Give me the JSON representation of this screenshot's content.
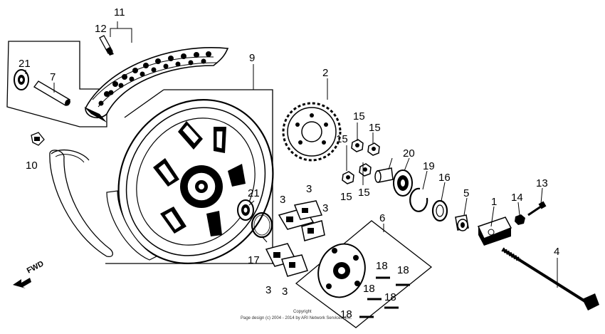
{
  "labels": {
    "l1": "1",
    "l2": "2",
    "l3a": "3",
    "l3b": "3",
    "l3c": "3",
    "l3d": "3",
    "l3e": "3",
    "l4": "4",
    "l5": "5",
    "l6": "6",
    "l7": "7",
    "l9": "9",
    "l10": "10",
    "l11": "11",
    "l12": "12",
    "l13": "13",
    "l14": "14",
    "l15a": "15",
    "l15b": "15",
    "l15c": "15",
    "l15d": "15",
    "l15e": "15",
    "l16": "16",
    "l17": "17",
    "l18a": "18",
    "l18b": "18",
    "l18c": "18",
    "l18d": "18",
    "l18e": "18",
    "l19": "19",
    "l20": "20",
    "l21a": "21",
    "l21b": "21"
  },
  "direction_label": "FWD",
  "footer": {
    "line1": "Copyright",
    "line2": "Page design (c) 2004 - 2014 by ARI Network Services, Inc."
  }
}
